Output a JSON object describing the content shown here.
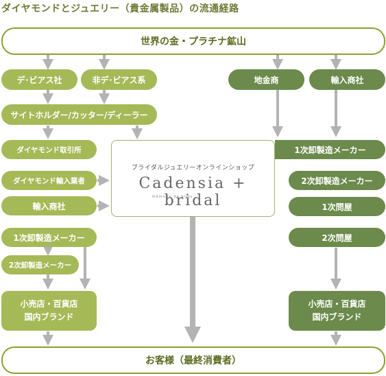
{
  "title": "ダイヤモンドとジュエリー（貴金属製品）の流通経路",
  "top_source": "世界の金・プラチナ鉱山",
  "consumer": "お客様（最終消費者）",
  "left_top": [
    "デ･ビアス社",
    "非デ･ビアス系"
  ],
  "sightholder": "サイトホルダー/カッター/ディーラー",
  "left_chain": {
    "exchange": "ダイヤモンド取引所",
    "importer": "ダイヤモンド輸入業者",
    "trading": "輸入商社",
    "maker1": "1次卸製造メーカー",
    "maker2": "2次卸製造メーカー"
  },
  "retail_left": [
    "小売店・百貨店",
    "国内ブランド"
  ],
  "retail_right": [
    "小売店・百貨店",
    "国内ブランド"
  ],
  "right_top": [
    "地金商",
    "輸入商社"
  ],
  "right_chain": {
    "maker1": "1次卸製造メーカー",
    "maker2": "2次卸製造メーカー",
    "wholesale1": "1次問屋",
    "wholesale2": "2次問屋"
  },
  "brand": {
    "caption": "ブライダルジュエリーオンラインショップ",
    "logo": "Cadensia + bridal",
    "subtitle": "mémoire de bijou"
  },
  "colors": {
    "light_green": "#a6b957",
    "dark_green": "#6b8a4b",
    "outline_green": "#8aa030",
    "arrow_gray": "#b3b3b3"
  }
}
